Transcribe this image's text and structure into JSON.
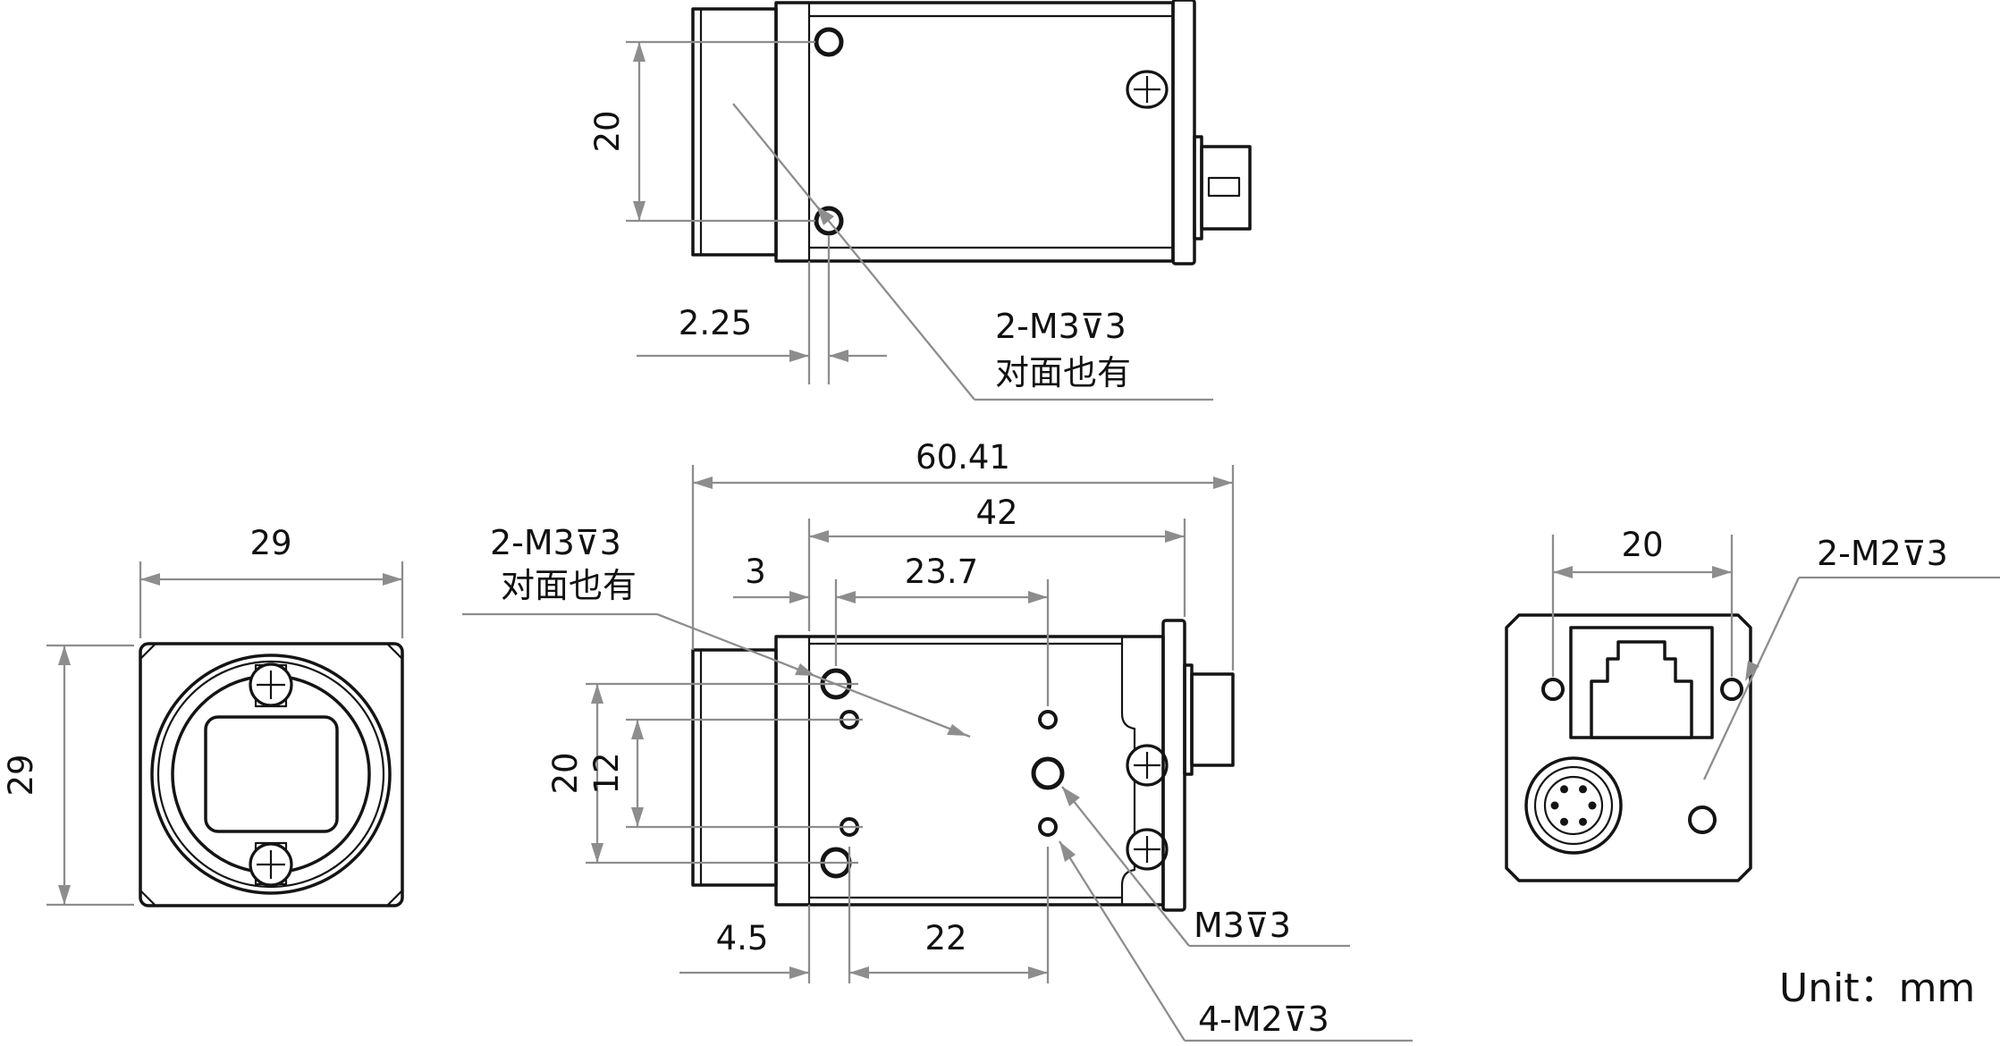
{
  "drawing": {
    "unit_note": "Unit：mm",
    "symbols": {
      "depth_symbol": "⊽",
      "depth_symbol_name": "thread-depth-symbol"
    },
    "colors": {
      "outline": "#141414",
      "dimension": "#8d8d8d",
      "background": "#ffffff"
    },
    "views": {
      "top": {
        "title": "top-view",
        "dims": {
          "hole_spacing": "20",
          "hole_offset": "2.25"
        },
        "note_line1": "2-M3⊽3",
        "note_line2": "对面也有"
      },
      "front": {
        "title": "front-view",
        "dims": {
          "width": "29",
          "height": "29"
        }
      },
      "side": {
        "title": "side-view",
        "dims": {
          "overall_length": "60.41",
          "body_length": "42",
          "m3_offset": "3",
          "mid_hole_offset": "23.7",
          "m3_spacing_v": "20",
          "m2_spacing_v": "12",
          "m2_offset": "4.5",
          "m2_spacing_h": "22"
        },
        "note_line1": "2-M3⊽3",
        "note_line2": "对面也有",
        "m3_note": "M3⊽3",
        "m2_note": "4-M2⊽3"
      },
      "rear": {
        "title": "rear-view",
        "dims": {
          "hole_spacing": "20"
        },
        "note": "2-M2⊽3"
      }
    }
  }
}
